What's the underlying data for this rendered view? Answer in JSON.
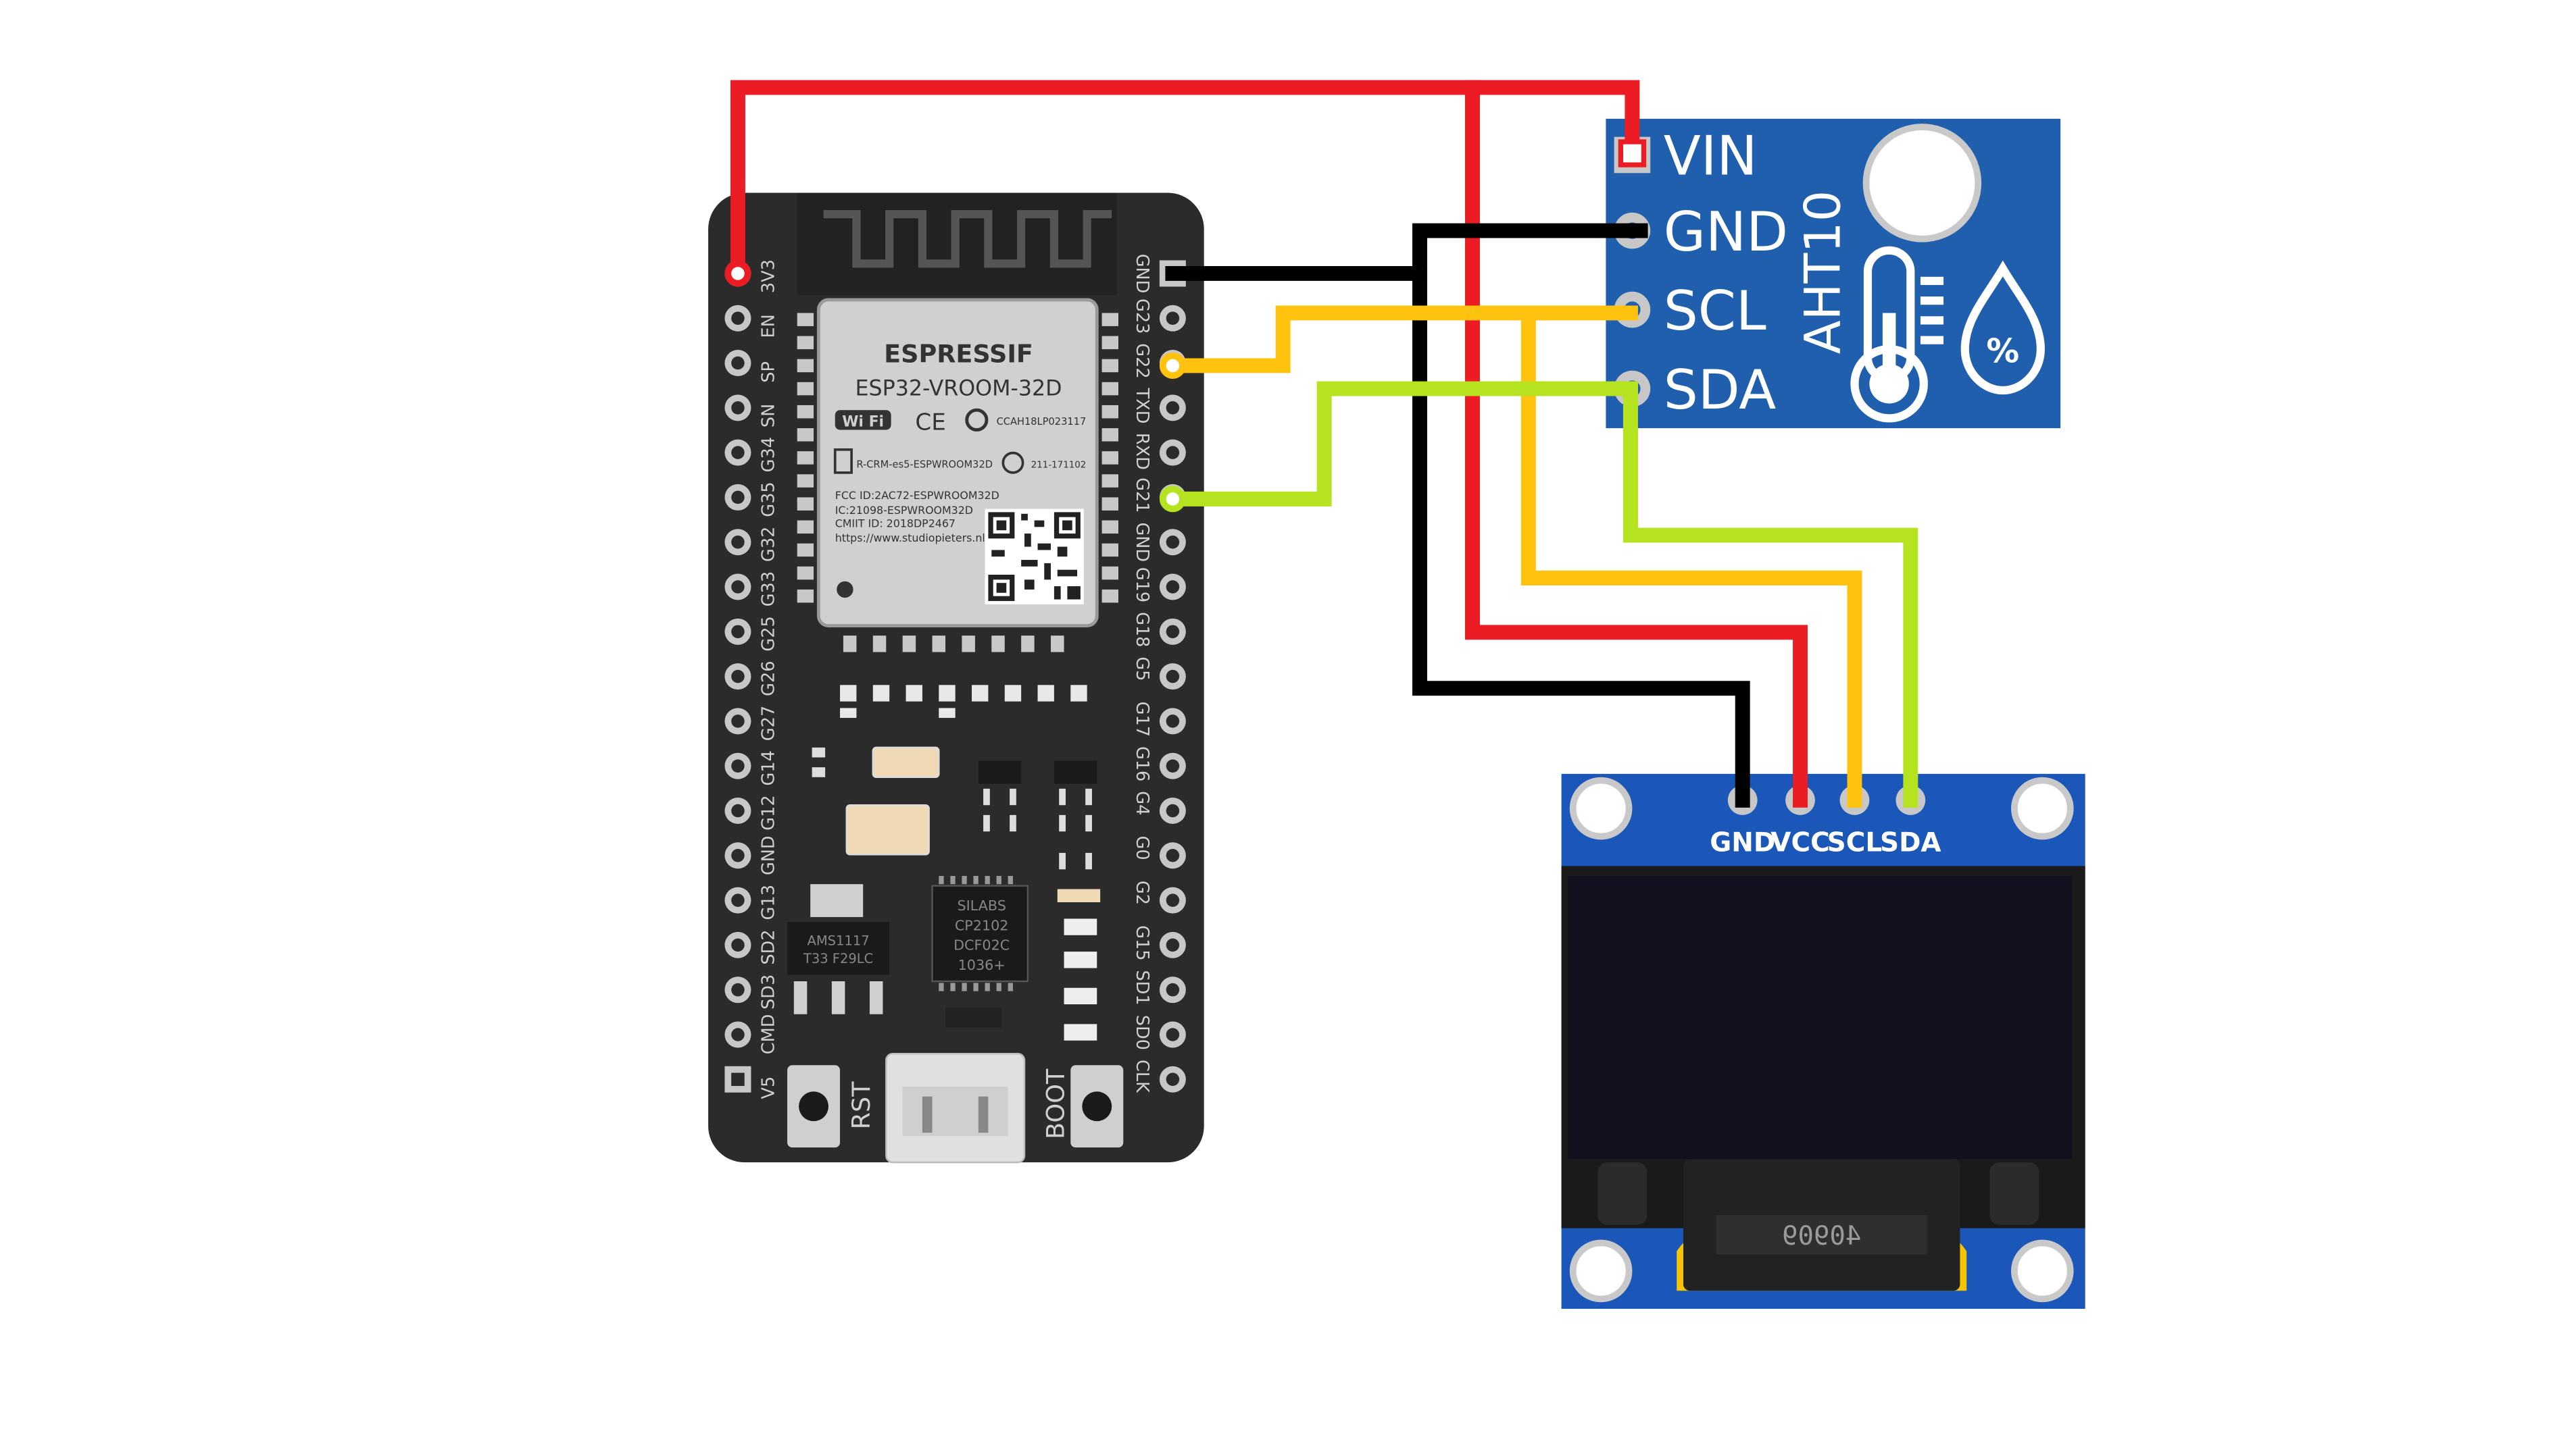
{
  "colors": {
    "board": "#2b2b2b",
    "module_shield": "#d0d0d0",
    "sensor_pcb": "#1f5fae",
    "oled_pcb": "#1b57b8",
    "wire_red": "#ec1c24",
    "wire_black": "#000000",
    "wire_yellow": "#ffc20e",
    "wire_green": "#b5e31f",
    "pin_pad": "#c7c7c7"
  },
  "esp32": {
    "module_brand": "ESPRESSIF",
    "module_model": "ESP32-VROOM-32D",
    "wifi_text": "Wi Fi",
    "ce_text": "CE",
    "cert_code": "CCAH18LP023117",
    "r_cert": "R-CRM-es5-ESPWROOM32D",
    "tele_code": "211-171102",
    "fcc_id": "FCC ID:2AC72-ESPWROOM32D",
    "ic_id": "IC:21098-ESPWROOM32D",
    "cmiit_id": "CMIIT ID: 2018DP2467",
    "url": "https://www.studiopieters.nl",
    "reg_chip_line1": "AMS1117",
    "reg_chip_line2": "T33 F29LC",
    "usb_chip_line1": "SILABS",
    "usb_chip_line2": "CP2102",
    "usb_chip_line3": "DCF02C",
    "usb_chip_line4": "1036+",
    "rst_label": "RST",
    "boot_label": "BOOT",
    "left_pins": [
      "3V3",
      "EN",
      "SP",
      "SN",
      "G34",
      "G35",
      "G32",
      "G33",
      "G25",
      "G26",
      "G27",
      "G14",
      "G12",
      "GND",
      "G13",
      "SD2",
      "SD3",
      "CMD",
      "V5"
    ],
    "right_pins": [
      "GND",
      "G23",
      "G22",
      "TXD",
      "RXD",
      "G21",
      "GND",
      "G19",
      "G18",
      "G5",
      "G17",
      "G16",
      "G4",
      "G0",
      "G2",
      "G15",
      "SD1",
      "SD0",
      "CLK"
    ]
  },
  "sensor": {
    "name": "AHT10",
    "pins": [
      "VIN",
      "GND",
      "SCL",
      "SDA"
    ],
    "humidity_symbol": "%"
  },
  "oled": {
    "pins": [
      "GND",
      "VCC",
      "SCL",
      "SDA"
    ],
    "ribbon_code": "40909"
  }
}
